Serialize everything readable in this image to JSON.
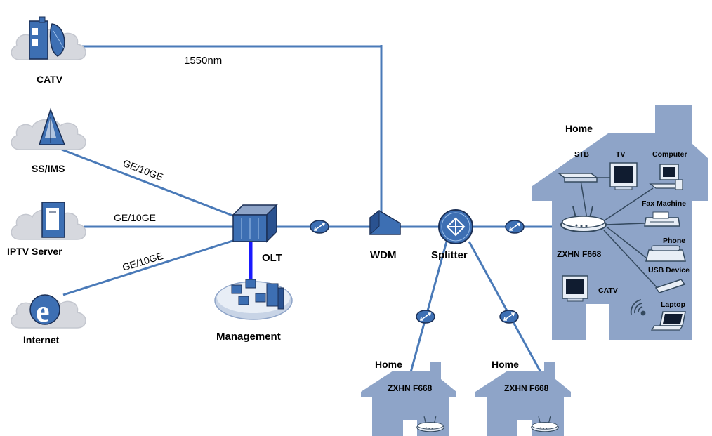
{
  "colors": {
    "link": "#4a7ab8",
    "house": "#8ea4c8",
    "cloud": "#d6d8de",
    "mgmt": "#1a1aff"
  },
  "sources": {
    "catv": "CATV",
    "ss_ims": "SS/IMS",
    "iptv": "IPTV Server",
    "internet": "Internet"
  },
  "links": {
    "wavelength": "1550nm",
    "ge_ss_ims": "GE/10GE",
    "ge_iptv": "GE/10GE",
    "ge_internet": "GE/10GE"
  },
  "nodes": {
    "olt": "OLT",
    "management": "Management",
    "wdm": "WDM",
    "splitter": "Splitter"
  },
  "big_home": {
    "title": "Home",
    "stb": "STB",
    "tv": "TV",
    "computer": "Computer",
    "fax": "Fax Machine",
    "ont": "ZXHN F668",
    "phone": "Phone",
    "usb": "USB Device",
    "catv": "CATV",
    "laptop": "Laptop"
  },
  "small_homes": [
    {
      "title": "Home",
      "ont": "ZXHN F668"
    },
    {
      "title": "Home",
      "ont": "ZXHN F668"
    }
  ]
}
